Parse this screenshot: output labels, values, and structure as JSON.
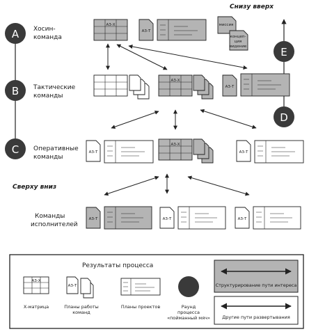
{
  "stages": [
    {
      "letter": "A",
      "label_line1": "Хосин-",
      "label_line2": "команда"
    },
    {
      "letter": "B",
      "label_line1": "Тактические",
      "label_line2": "команды"
    },
    {
      "letter": "C",
      "label_line1": "Оперативные",
      "label_line2": "команды"
    }
  ],
  "executors_label_line1": "Команды",
  "executors_label_line2": "исполнителей",
  "right_circles": [
    {
      "letter": "E"
    },
    {
      "letter": "D"
    }
  ],
  "bottom_up_label": "Снизу вверх",
  "top_down_label": "Сверху вниз",
  "matrix_label": "АЗ-Х",
  "plan_label": "АЗ-Т",
  "mission_doc_label": "миссия",
  "concept_doc_label_line1": "концеп-",
  "concept_doc_label_line2": "ция",
  "concept_doc_label_line3": "видение",
  "legend": {
    "title": "Результаты процесса",
    "x_matrix": "Х-матрица",
    "work_plans_line1": "Планы работы",
    "work_plans_line2": "команд",
    "project_plans": "Планы проектов",
    "round_line1": "Раунд",
    "round_line2": "процесса",
    "round_line3": "«пойманный мяч»",
    "structuring_path": "Структурирование пути интереса",
    "other_paths": "Другие пути развертывания"
  },
  "colors": {
    "shaded": "#b4b4b4",
    "circle": "#3a3a3a",
    "line": "#222222"
  }
}
